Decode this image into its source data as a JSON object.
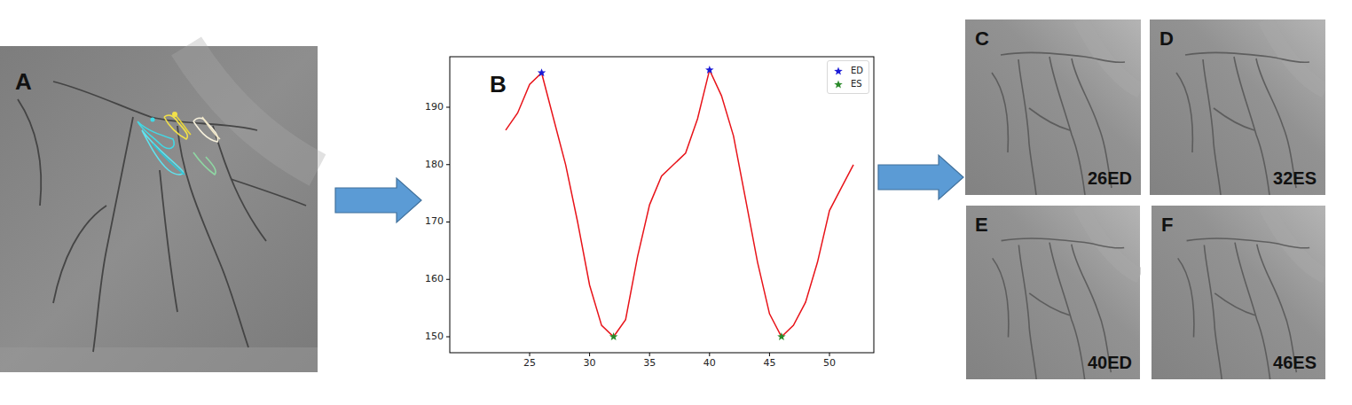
{
  "diagram": {
    "nodes": [
      {
        "text": [
          "A"
        ]
      },
      {
        "text": [
          "B"
        ]
      },
      {
        "text": [
          "C",
          "26ED"
        ]
      },
      {
        "text": [
          "D",
          "32ES"
        ]
      },
      {
        "text": [
          "E",
          "40ED"
        ]
      },
      {
        "text": [
          "F",
          "46ES"
        ]
      }
    ],
    "edges": [
      {
        "from": 0,
        "to": 1,
        "arrow": "to"
      },
      {
        "from": 1,
        "to": 2,
        "arrow": "to"
      }
    ],
    "labels": [
      "190",
      "180",
      "170",
      "160",
      "150",
      "25",
      "30",
      "35",
      "40",
      "45",
      "50"
    ],
    "legend": [
      {
        "text": "ED"
      },
      {
        "text": "ES"
      }
    ]
  }
}
